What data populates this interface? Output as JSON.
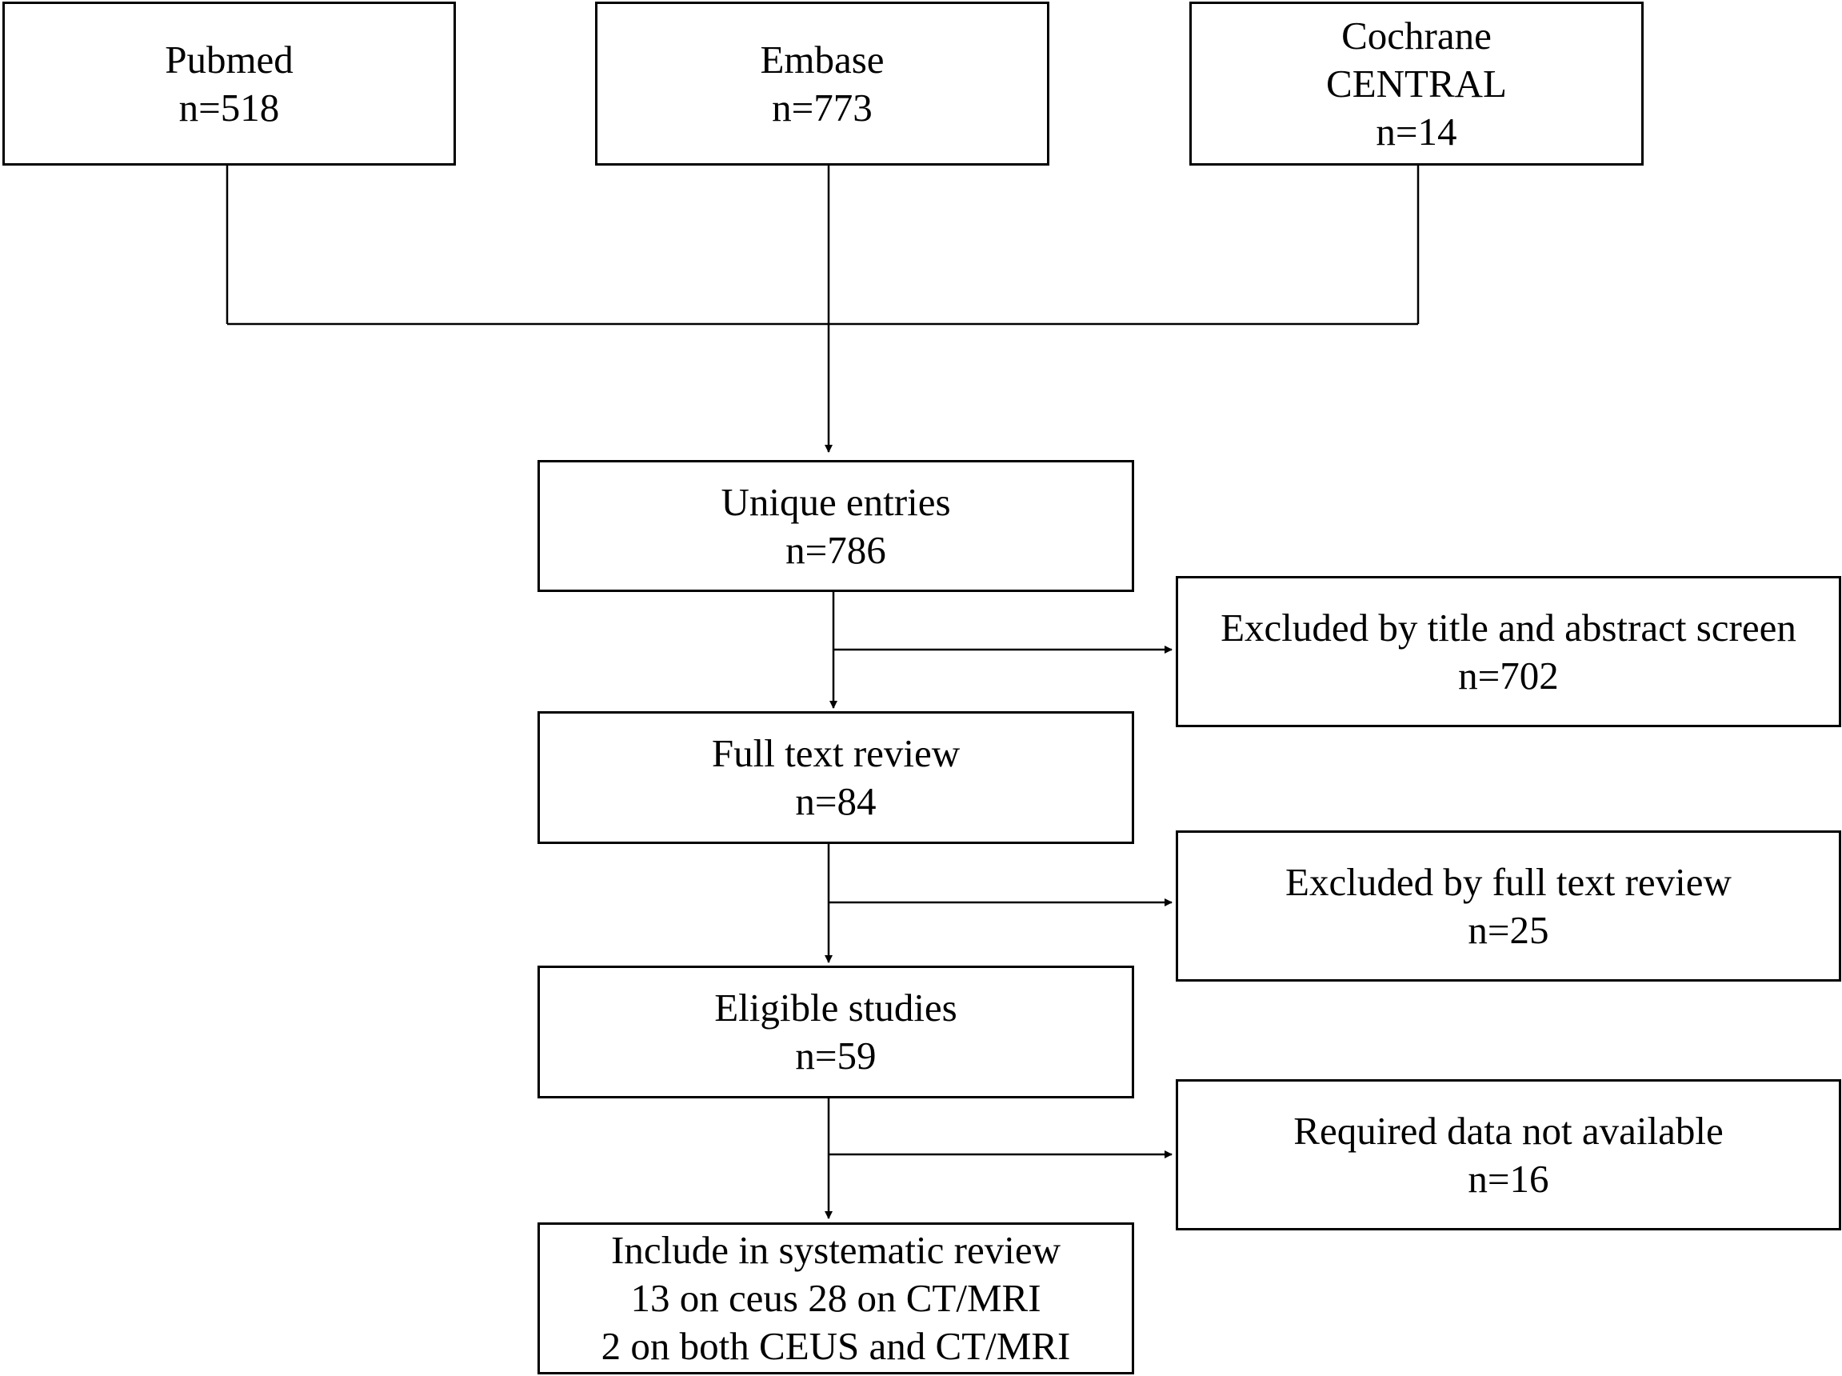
{
  "sources": {
    "pubmed": {
      "name": "Pubmed",
      "count": "n=518"
    },
    "embase": {
      "name": "Embase",
      "count": "n=773"
    },
    "cochrane": {
      "name_line1": "Cochrane",
      "name_line2": "CENTRAL",
      "count": "n=14"
    }
  },
  "steps": {
    "unique": {
      "label": "Unique entries",
      "count": "n=786"
    },
    "fulltext": {
      "label": "Full text review",
      "count": "n=84"
    },
    "eligible": {
      "label": "Eligible studies",
      "count": "n=59"
    },
    "included": {
      "line1": "Include in systematic review",
      "line2": "13 on ceus 28 on CT/MRI",
      "line3": "2 on both CEUS and CT/MRI"
    }
  },
  "exclusions": {
    "title_abstract": {
      "label": "Excluded by title and abstract screen",
      "count": "n=702"
    },
    "fulltext": {
      "label": "Excluded by full text review",
      "count": "n=25"
    },
    "no_data": {
      "label": "Required data not available",
      "count": "n=16"
    }
  },
  "colors": {
    "line": "#000000",
    "background": "#ffffff"
  }
}
